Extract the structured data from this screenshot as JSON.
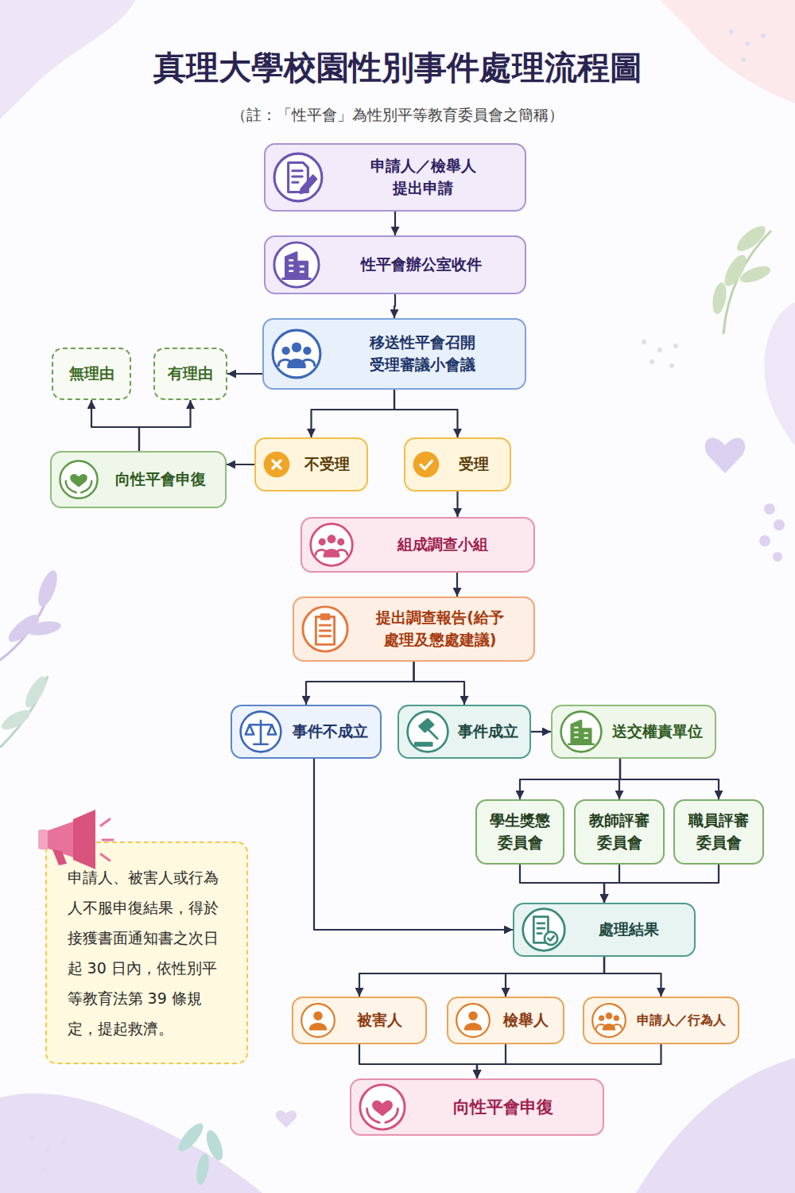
{
  "diagram": {
    "title": "真理大學校園性別事件處理流程圖",
    "caption": "（註：「性平會」為性別平等教育委員會之簡稱）",
    "nodes": [
      {
        "text": [
          "申請人／檢舉人 提出申請"
        ]
      },
      {
        "text": [
          "性平會辦公室收件"
        ]
      },
      {
        "text": [
          "移送性平會召開 受理審議小會議"
        ]
      },
      {
        "text": [
          "無理由"
        ]
      },
      {
        "text": [
          "有理由"
        ]
      },
      {
        "text": [
          "向性平會申復"
        ]
      },
      {
        "text": [
          "不受理"
        ]
      },
      {
        "text": [
          "受理"
        ]
      },
      {
        "text": [
          "組成調查小組"
        ]
      },
      {
        "text": [
          "提出調查報告(給予 處理及懲處建議)"
        ]
      },
      {
        "text": [
          "事件不成立"
        ]
      },
      {
        "text": [
          "事件成立"
        ]
      },
      {
        "text": [
          "送交權責單位"
        ]
      },
      {
        "text": [
          "學生獎懲 委員會"
        ]
      },
      {
        "text": [
          "教師評審 委員會"
        ]
      },
      {
        "text": [
          "職員評審 委員會"
        ]
      },
      {
        "text": [
          "處理結果"
        ]
      },
      {
        "text": [
          "被害人"
        ]
      },
      {
        "text": [
          "檢舉人"
        ]
      },
      {
        "text": [
          "申請人／行為人"
        ]
      },
      {
        "text": [
          "向性平會申復"
        ]
      },
      {
        "text": [
          "申請人、被害人或行為人不服申復結果，得於接獲書面通知書之次日起 30 日內，依性別平等教育法第 39 條規定，提起救濟。"
        ]
      }
    ],
    "edges": [
      {
        "from": 0,
        "to": 1,
        "arrow": "to"
      },
      {
        "from": 1,
        "to": 2,
        "arrow": "to"
      },
      {
        "from": 2,
        "to": 4,
        "arrow": "to"
      },
      {
        "from": 2,
        "to": 6,
        "arrow": "to"
      },
      {
        "from": 2,
        "to": 7,
        "arrow": "to"
      },
      {
        "from": 5,
        "to": 3,
        "arrow": "to"
      },
      {
        "from": 5,
        "to": 4,
        "arrow": "to"
      },
      {
        "from": 6,
        "to": 5,
        "arrow": "to"
      },
      {
        "from": 7,
        "to": 8,
        "arrow": "to"
      },
      {
        "from": 8,
        "to": 9,
        "arrow": "to"
      },
      {
        "from": 9,
        "to": 10,
        "arrow": "to"
      },
      {
        "from": 9,
        "to": 11,
        "arrow": "to"
      },
      {
        "from": 11,
        "to": 12,
        "arrow": "to"
      },
      {
        "from": 12,
        "to": 13,
        "arrow": "to"
      },
      {
        "from": 12,
        "to": 14,
        "arrow": "to"
      },
      {
        "from": 12,
        "to": 15,
        "arrow": "to"
      },
      {
        "from": 10,
        "to": 16,
        "arrow": "to"
      },
      {
        "from": 13,
        "to": 16,
        "arrow": "to"
      },
      {
        "from": 14,
        "to": 16,
        "arrow": "to"
      },
      {
        "from": 15,
        "to": 16,
        "arrow": "to"
      },
      {
        "from": 16,
        "to": 17,
        "arrow": "to"
      },
      {
        "from": 16,
        "to": 18,
        "arrow": "to"
      },
      {
        "from": 16,
        "to": 19,
        "arrow": "to"
      },
      {
        "from": 17,
        "to": 20,
        "arrow": "to"
      },
      {
        "from": 18,
        "to": 20,
        "arrow": "to"
      },
      {
        "from": 19,
        "to": 20,
        "arrow": "to"
      }
    ]
  }
}
